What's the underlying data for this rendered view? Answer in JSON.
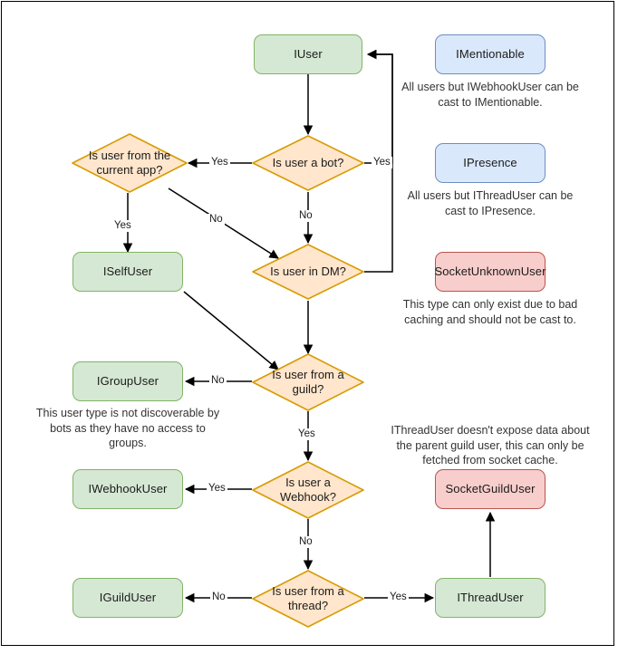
{
  "diagram": {
    "title": "Discord.Net user interface cast decision flowchart",
    "colors": {
      "green_fill": "#d5e8d4",
      "green_stroke": "#82b366",
      "blue_fill": "#dae8fc",
      "blue_stroke": "#6c8ebf",
      "red_fill": "#f8cecc",
      "red_stroke": "#b85450",
      "orange_fill": "#ffe6cc",
      "orange_stroke": "#d79b00",
      "edge_stroke": "#000000",
      "page_border": "#000000"
    },
    "nodes": {
      "iuser": "IUser",
      "iselfuser": "ISelfUser",
      "igroupuser": "IGroupUser",
      "iwebhookuser": "IWebhookUser",
      "iguilduser": "IGuildUser",
      "ithreaduser": "IThreadUser",
      "imentionable": "IMentionable",
      "ipresence": "IPresence",
      "socketunknownuser": "SocketUnknownUser",
      "socketguilduser": "SocketGuildUser"
    },
    "decisions": {
      "is_bot": "Is user a bot?",
      "from_current_app": "Is user from the\ncurrent app?",
      "in_dm": "Is user in DM?",
      "from_guild": "Is user from a\nguild?",
      "is_webhook": "Is user a\nWebhook?",
      "from_thread": "Is user from a\nthread?"
    },
    "notes": {
      "mentionable": "All users but IWebhookUser can be cast to IMentionable.",
      "presence": "All users but IThreadUser can be cast to IPresence.",
      "socket_unknown": "This type can only exist due to bad caching and should not be cast to.",
      "group_user": "This user type is not discoverable by bots as they have no access to groups.",
      "thread_user": "IThreadUser doesn't expose data about the parent guild user, this can only be fetched from socket cache."
    },
    "edge_labels": {
      "bot_yes": "Yes",
      "bot_no": "No",
      "dm_yes": "Yes",
      "current_app_yes": "Yes",
      "current_app_no": "No",
      "guild_no": "No",
      "guild_yes": "Yes",
      "webhook_yes": "Yes",
      "webhook_no": "No",
      "thread_no": "No",
      "thread_yes": "Yes"
    }
  }
}
